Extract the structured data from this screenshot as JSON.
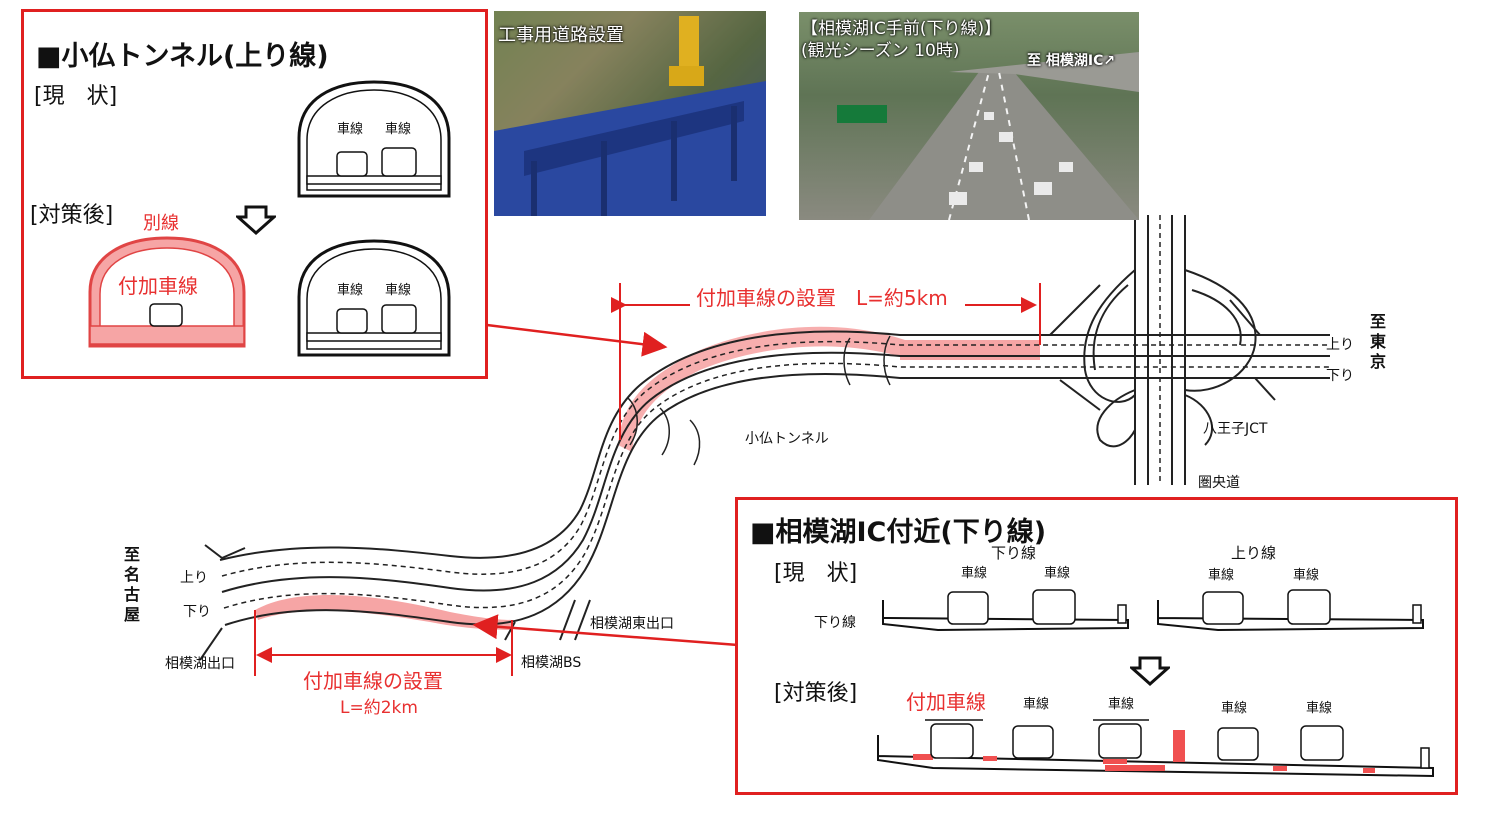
{
  "kobotoke_box": {
    "title": "■小仏トンネル(上り線)",
    "current": "[現　状]",
    "after": "[対策後]",
    "bypass": "別線",
    "added_lane": "付加車線",
    "lane": "車線"
  },
  "photo1": {
    "caption": "工事用道路設置"
  },
  "photo2": {
    "caption_line1": "【相模湖IC手前(下り線)】",
    "caption_line2": "(観光シーズン 10時)",
    "direction": "至 相模湖IC↗"
  },
  "map": {
    "added_lane_5km": "付加車線の設置　L=約5km",
    "added_lane_2km_line1": "付加車線の設置",
    "added_lane_2km_line2": "L=約2km",
    "tunnel": "小仏トンネル",
    "jct": "八王子JCT",
    "ken_o": "圏央道",
    "up": "上り",
    "down": "下り",
    "to_tokyo": "至 東京",
    "to_nagoya": "至 名古屋",
    "sagamiko_exit": "相模湖出口",
    "sagamiko_bs": "相模湖BS",
    "sagamiko_east_exit": "相模湖東出口"
  },
  "sagamiko_box": {
    "title": "■相模湖IC付近(下り線)",
    "current": "[現　状]",
    "after": "[対策後]",
    "down_line": "下り線",
    "up_line": "上り線",
    "lane": "車線",
    "added_lane": "付加車線"
  },
  "colors": {
    "accent_red": "#e02020",
    "highlight": "#f4a0a0"
  }
}
